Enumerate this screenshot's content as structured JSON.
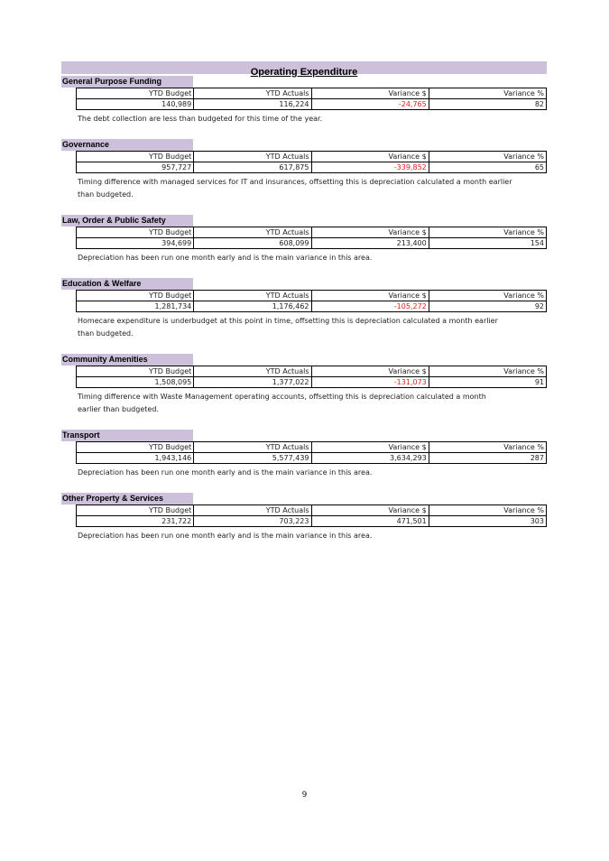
{
  "page_title": "Operating Expenditure",
  "page_number": "9",
  "columns": [
    "YTD Budget",
    "YTD Actuals",
    "Variance $",
    "Variance %"
  ],
  "sections": [
    {
      "heading": "General Purpose Funding",
      "budget": "140,989",
      "actuals": "116,224",
      "variance": "-24,765",
      "variance_pct": "82",
      "note_lines": [
        "The debt collection are less than budgeted for this time of the year."
      ]
    },
    {
      "heading": "Governance",
      "budget": "957,727",
      "actuals": "617,875",
      "variance": "-339,852",
      "variance_pct": "65",
      "note_lines": [
        "Timing difference with managed services for IT and insurances, offsetting this is depreciation calculated a month earlier",
        "than budgeted."
      ]
    },
    {
      "heading": "Law, Order & Public Safety",
      "budget": "394,699",
      "actuals": "608,099",
      "variance": "213,400",
      "variance_pct": "154",
      "note_lines": [
        "Depreciation has been run one month early and is the main variance in this area."
      ]
    },
    {
      "heading": "Education & Welfare",
      "budget": "1,281,734",
      "actuals": "1,176,462",
      "variance": "-105,272",
      "variance_pct": "92",
      "note_lines": [
        "Homecare expenditure is underbudget at this point in time, offsetting this is depreciation calculated a month earlier",
        "than budgeted."
      ]
    },
    {
      "heading": "Community Amenities",
      "budget": "1,508,095",
      "actuals": "1,377,022",
      "variance": "-131,073",
      "variance_pct": "91",
      "note_lines": [
        "Timing difference with Waste Management operating accounts, offsetting this is depreciation calculated a month",
        "earlier than budgeted."
      ]
    },
    {
      "heading": "Transport",
      "budget": "1,943,146",
      "actuals": "5,577,439",
      "variance": "3,634,293",
      "variance_pct": "287",
      "note_lines": [
        "Depreciation has been run one month early and is the main variance in this area."
      ]
    },
    {
      "heading": "Other Property & Services",
      "budget": "231,722",
      "actuals": "703,223",
      "variance": "471,501",
      "variance_pct": "303",
      "note_lines": [
        "Depreciation has been run one month early and is the main variance in this area."
      ]
    }
  ]
}
